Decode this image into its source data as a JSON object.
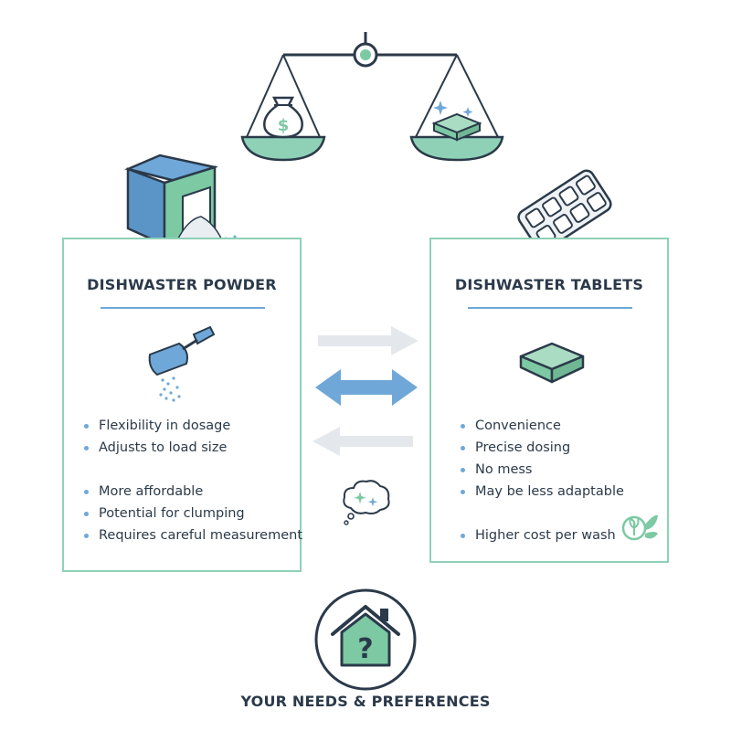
{
  "panels": {
    "powder": {
      "title": "DISHWASTER POWDER",
      "items_group1": [
        "Flexibility in dosage",
        "Adjusts to load size"
      ],
      "items_group2": [
        "More affordable",
        "Potential for clumping",
        "Requires careful measurement"
      ]
    },
    "tablets": {
      "title": "DISHWASTER TABLETS",
      "items_group1": [
        "Convenience",
        "Precise dosing",
        "No mess",
        "May be less adaptable"
      ],
      "items_group2": [
        "Higher cost per wash"
      ]
    }
  },
  "footer": {
    "label": "YOUR NEEDS & PREFERENCES"
  },
  "colors": {
    "teal": "#8fd1b6",
    "blue": "#6fa8d8",
    "navy": "#2b3a4a",
    "green": "#7cc9a3"
  }
}
